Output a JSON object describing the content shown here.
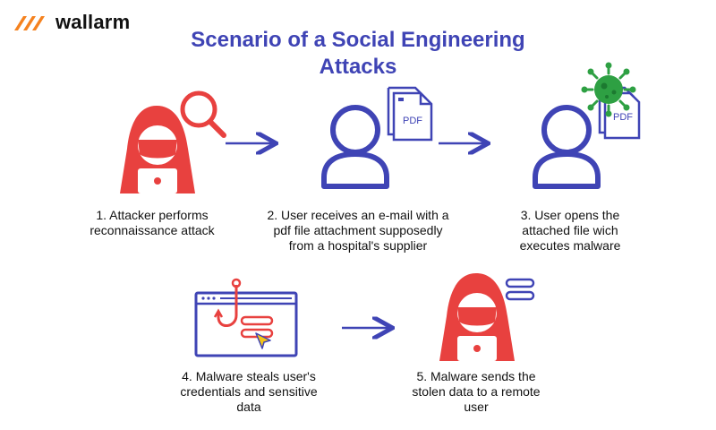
{
  "brand": {
    "name": "wallarm",
    "logo_icon": "wallarm-logo-icon"
  },
  "title": {
    "line1": "Scenario of a Social Engineering",
    "line2": "Attacks"
  },
  "icons": {
    "pdf_label": "PDF"
  },
  "steps": [
    {
      "text": "1. Attacker performs reconnaissance attack",
      "line1": "1. Attacker performs",
      "line2": "reconnaissance attack"
    },
    {
      "text": "2. User receives an e-mail with a pdf file attachment supposedly from a hospital's supplier",
      "line1": "2. User receives an e-mail with a",
      "line2": "pdf file attachment supposedly",
      "line3": "from a hospital's supplier"
    },
    {
      "text": "3. User opens the attached file wich executes malware",
      "line1": "3. User opens the",
      "line2": "attached file wich",
      "line3": "executes malware"
    },
    {
      "text": "4. Malware steals user's credentials and sensitive data",
      "line1": "4. Malware steals user's",
      "line2": "credentials and sensitive",
      "line3": "data"
    },
    {
      "text": "5. Malware sends the stolen data to a remote user",
      "line1": "5. Malware sends the",
      "line2": "stolen data to a remote",
      "line3": "user"
    }
  ],
  "colors": {
    "accent_blue": "#3f44b5",
    "danger_red": "#e8413f",
    "virus_green": "#2ea043",
    "brand_orange": "#f5821f"
  }
}
